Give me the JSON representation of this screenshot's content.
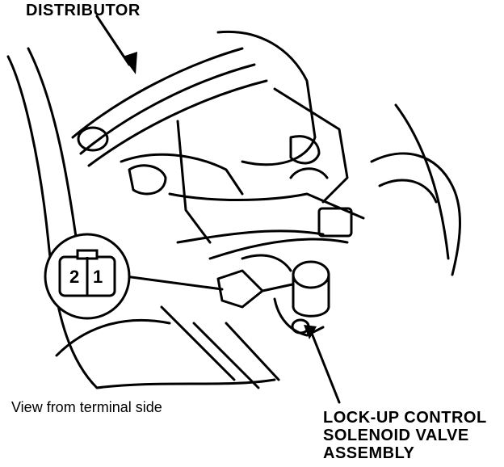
{
  "labels": {
    "distributor": "DISTRIBUTOR",
    "view_note": "View from terminal side",
    "solenoid_line1": "LOCK-UP CONTROL",
    "solenoid_line2": "SOLENOID VALVE",
    "solenoid_line3": "ASSEMBLY"
  },
  "connector": {
    "pin_left": "2",
    "pin_right": "1"
  },
  "colors": {
    "ink": "#000000",
    "paper": "#ffffff"
  }
}
